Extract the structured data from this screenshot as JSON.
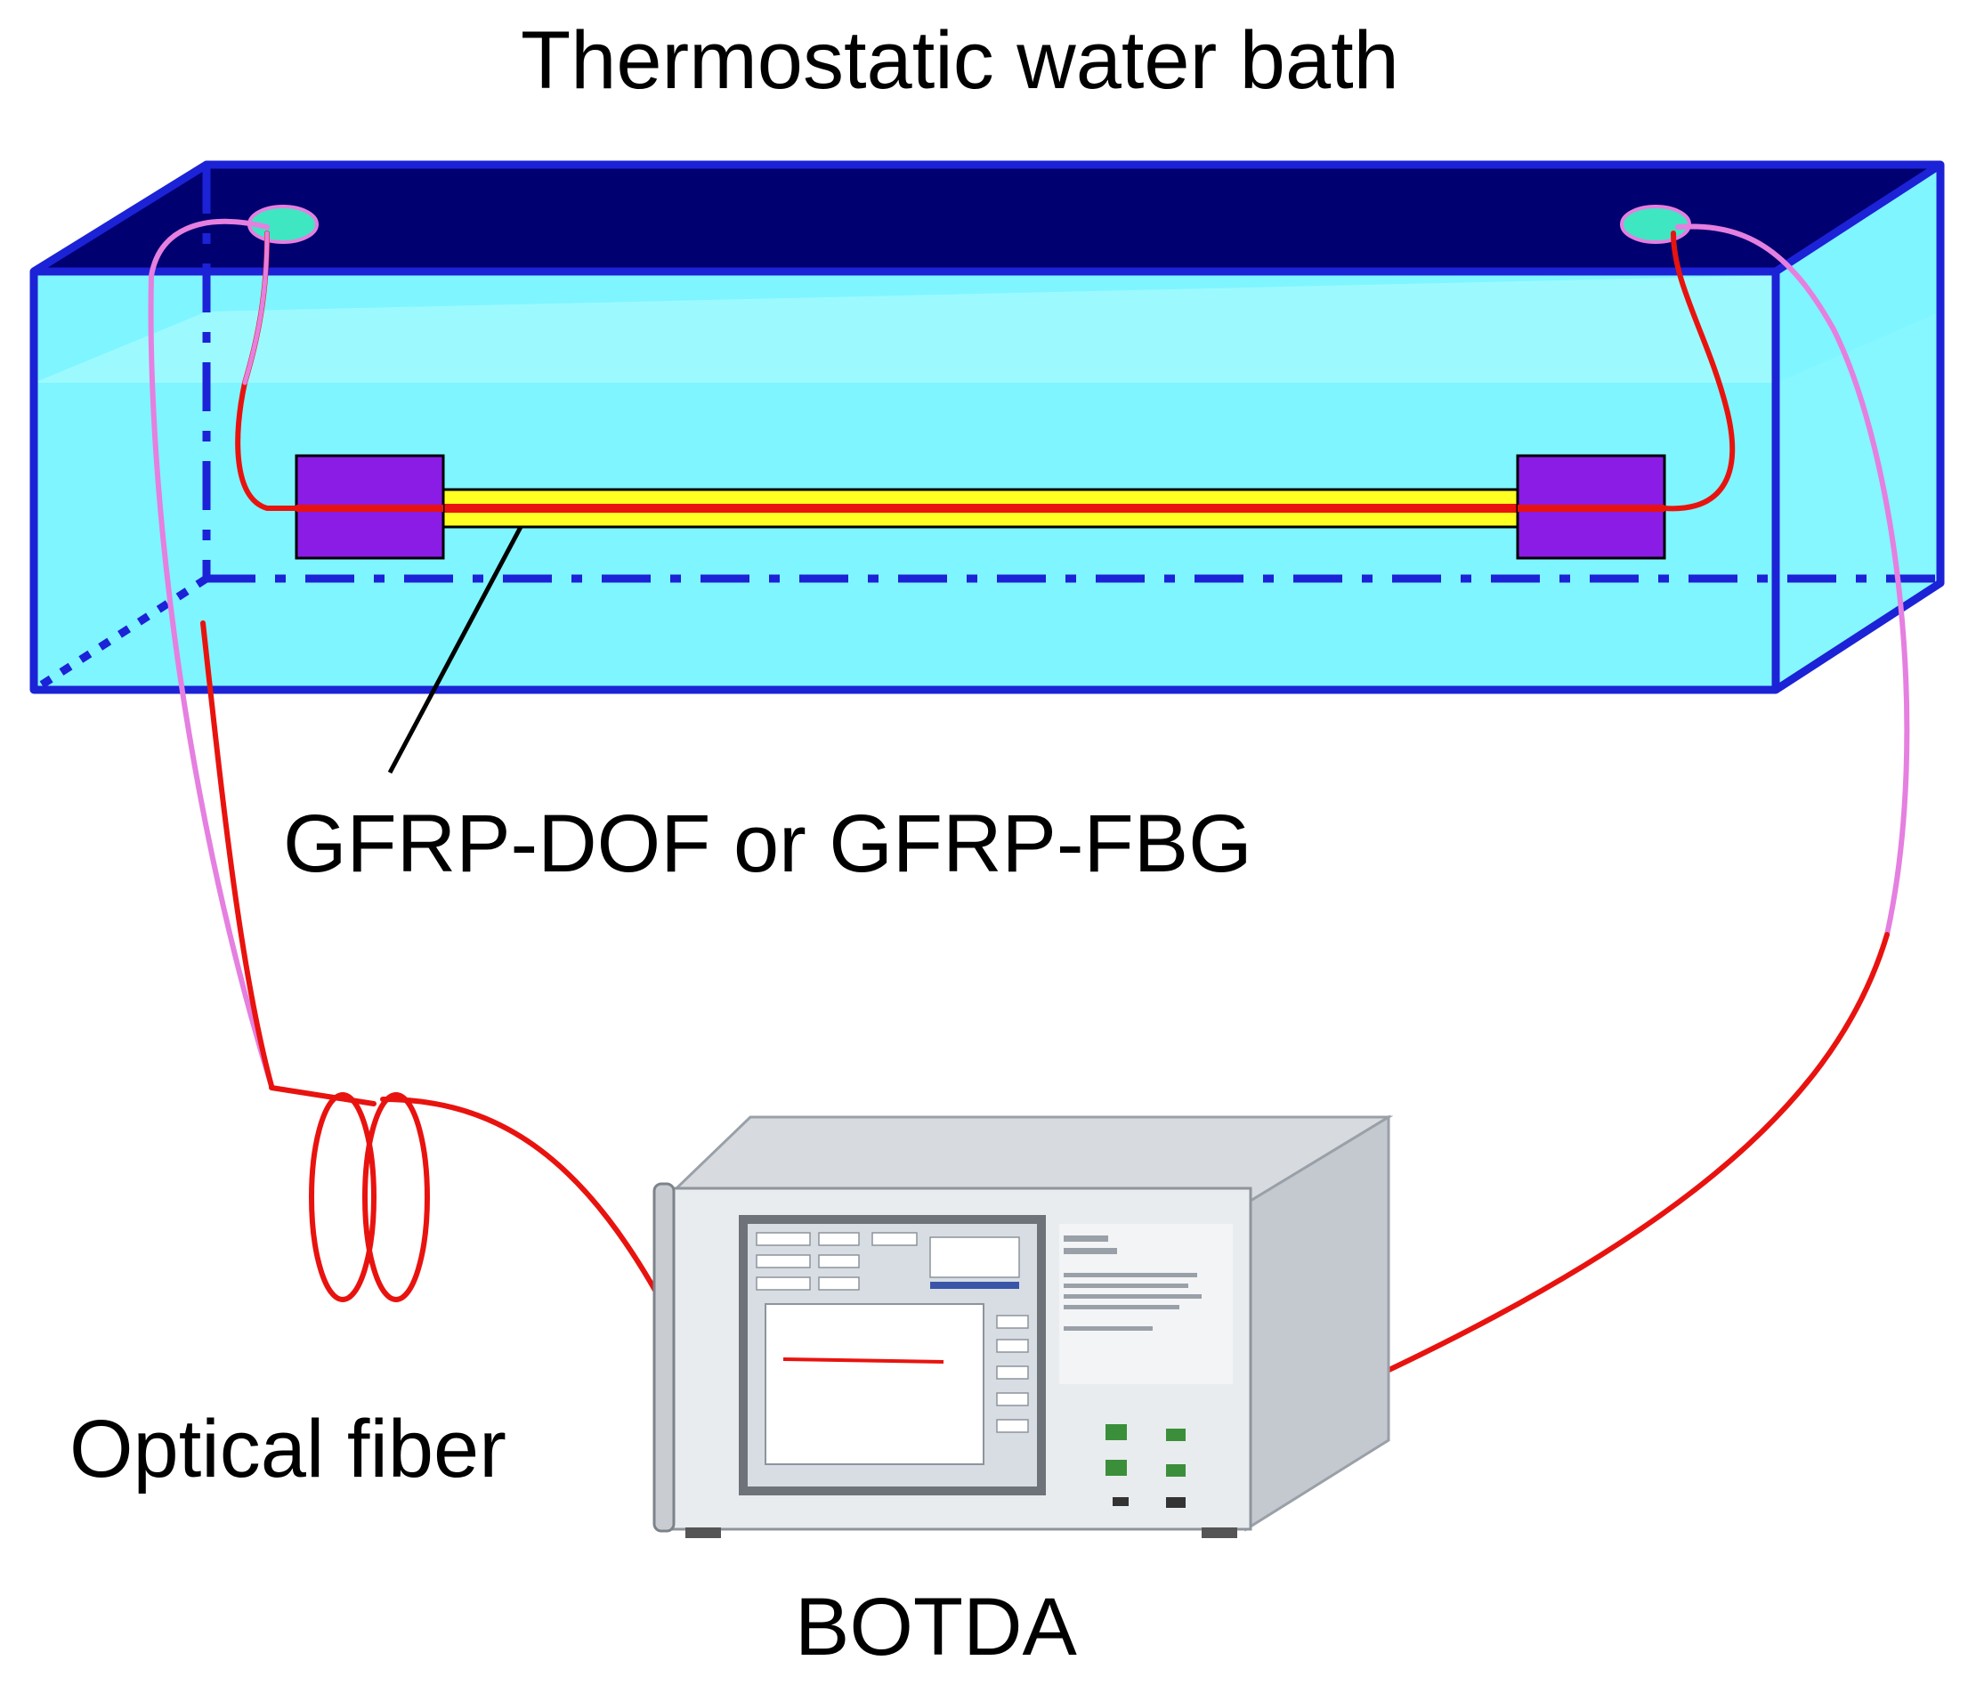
{
  "labels": {
    "water_bath": "Thermostatic water bath",
    "sensor": "GFRP-DOF or GFRP-FBG",
    "fiber": "Optical fiber",
    "device": "BOTDA"
  },
  "colors": {
    "bath_outline": "#1c22d6",
    "bath_top": "#000070",
    "water": "#7ff5ff",
    "water_light": "#a6fbff",
    "anchor_block": "#8a1ce6",
    "sensor_bar": "#ffff22",
    "fiber_red": "#e8130f",
    "fiber_pink": "#e57fe0",
    "port_cap": "#3fe6c2",
    "device_body": "#e9ecef",
    "device_screen": "#d8dde4"
  },
  "icons": {
    "device": "botda-analyzer-icon",
    "port": "fiber-port-icon"
  }
}
